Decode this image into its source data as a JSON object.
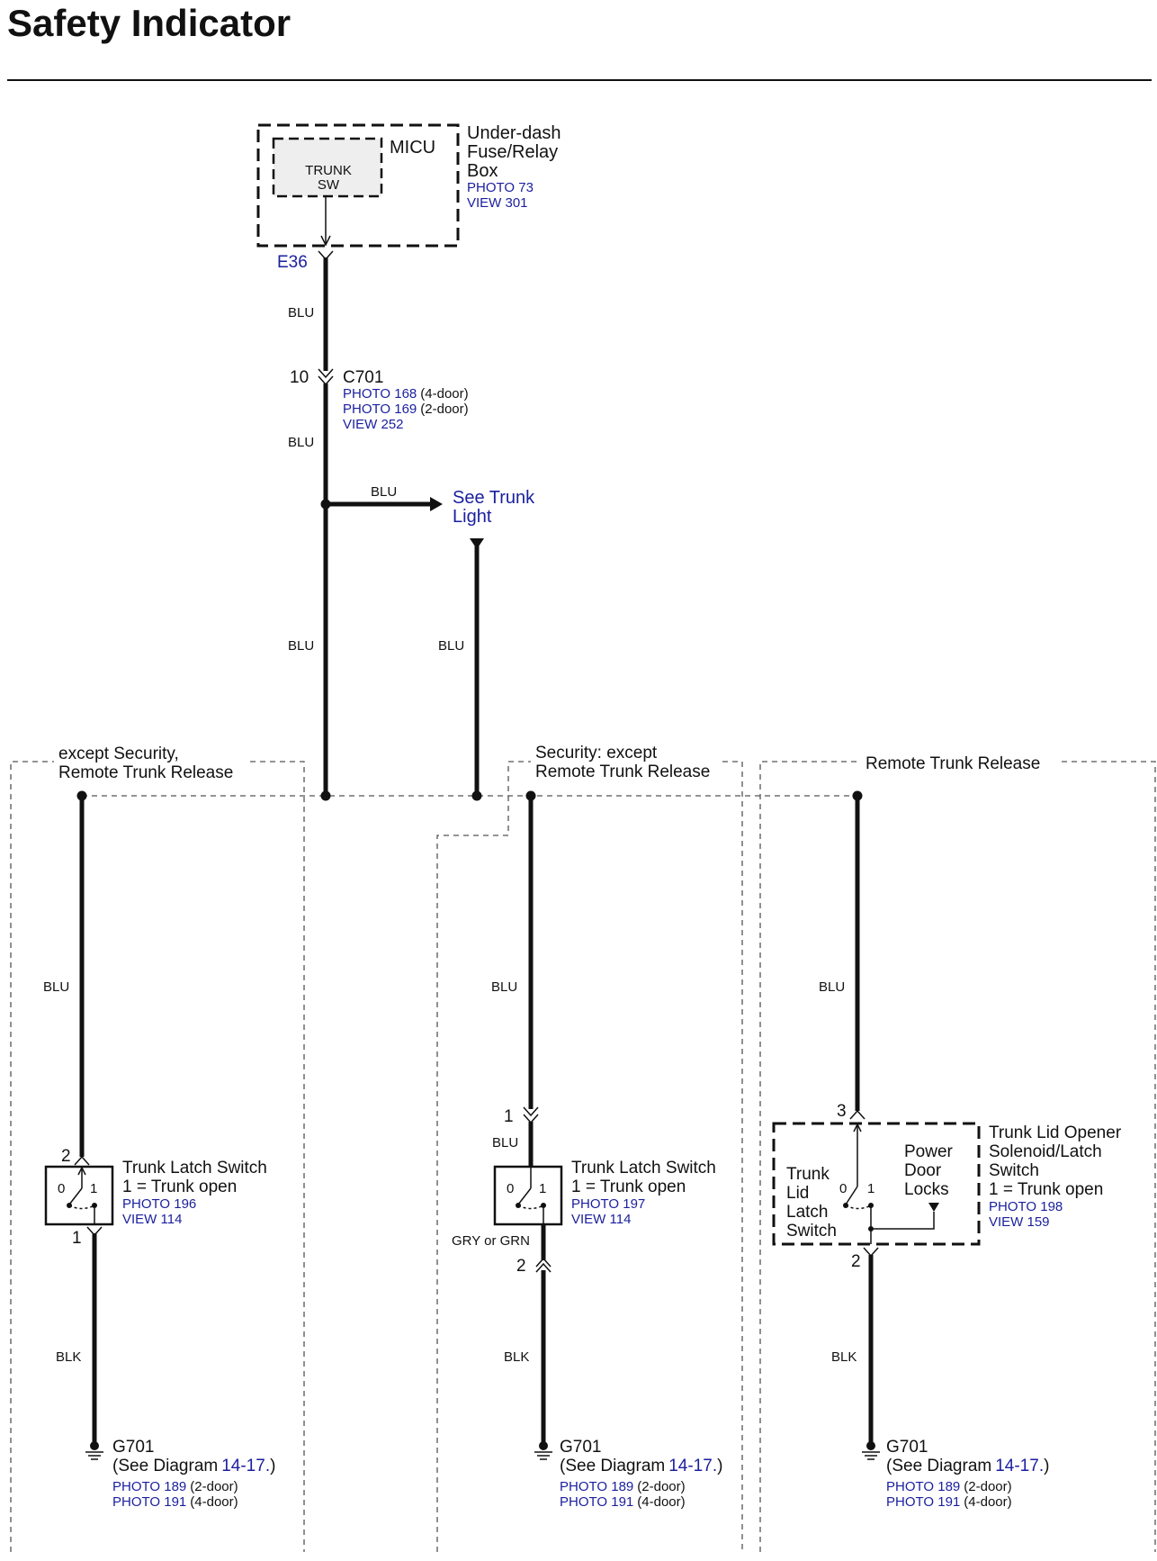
{
  "page": {
    "title": "Safety Indicator"
  },
  "micu": {
    "label": "MICU",
    "trunk_sw_line1": "TRUNK",
    "trunk_sw_line2": "SW",
    "desc_line1": "Under-dash",
    "desc_line2": "Fuse/Relay",
    "desc_line3": "Box",
    "photo": "PHOTO 73",
    "view": "VIEW 301",
    "connector": "E36"
  },
  "wires": {
    "main_top": "BLU",
    "c701_below": "BLU",
    "branch": "BLU",
    "main_lower": "BLU",
    "trunk_light_wire": "BLU",
    "left": "BLU",
    "mid": "BLU",
    "right": "BLU",
    "mid_short": "BLU",
    "mid_gry": "GRY or GRN",
    "left_gnd": "BLK",
    "mid_gnd": "BLK",
    "right_gnd": "BLK"
  },
  "c701": {
    "pin": "10",
    "name": "C701",
    "photo1": "PHOTO 168",
    "photo1_note": "(4-door)",
    "photo2": "PHOTO 169",
    "photo2_note": "(2-door)",
    "view": "VIEW 252"
  },
  "trunk_light": {
    "line1": "See Trunk",
    "line2": "Light"
  },
  "sections": {
    "left_line1": "except Security,",
    "left_line2": "Remote Trunk Release",
    "mid_line1": "Security: except",
    "mid_line2": "Remote Trunk Release",
    "right": "Remote Trunk Release"
  },
  "switch_left": {
    "pin_top": "2",
    "pin_bottom": "1",
    "pos0": "0",
    "pos1": "1",
    "name": "Trunk Latch Switch",
    "state": "1 = Trunk open",
    "photo": "PHOTO 196",
    "view": "VIEW 114"
  },
  "switch_mid": {
    "pin_top": "1",
    "pin_bottom": "2",
    "pos0": "0",
    "pos1": "1",
    "name": "Trunk Latch Switch",
    "state": "1 = Trunk open",
    "photo": "PHOTO 197",
    "view": "VIEW 114"
  },
  "switch_right": {
    "pin_top": "3",
    "pin_bottom": "2",
    "pos0": "0",
    "pos1": "1",
    "inner_line1": "Trunk",
    "inner_line2": "Lid",
    "inner_line3": "Latch",
    "inner_line4": "Switch",
    "pdl_line1": "Power",
    "pdl_line2": "Door",
    "pdl_line3": "Locks",
    "name_line1": "Trunk Lid Opener",
    "name_line2": "Solenoid/Latch",
    "name_line3": "Switch",
    "state": "1 = Trunk open",
    "photo": "PHOTO 198",
    "view": "VIEW 159"
  },
  "grounds": {
    "name": "G701",
    "see_prefix": "(See Diagram",
    "diagram_ref": "14-17.",
    "close_paren": ")",
    "photo1": "PHOTO 189",
    "photo1_note": "(2-door)",
    "photo2": "PHOTO 191",
    "photo2_note": "(4-door)"
  },
  "colors": {
    "link_blue": "#1a1f9e",
    "component_fill": "#eeeeee",
    "ink": "#111111"
  }
}
